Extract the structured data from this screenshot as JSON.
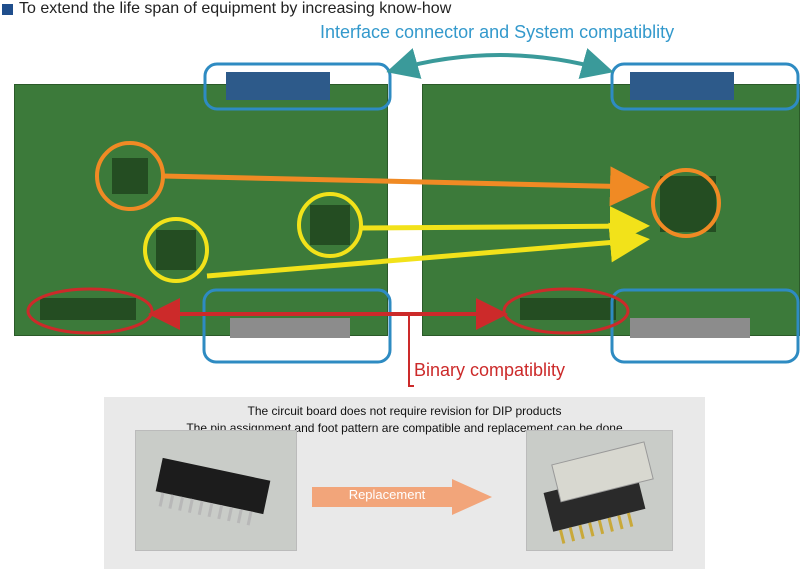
{
  "heading": "To extend the life span of equipment by increasing know-how",
  "interface_label": "Interface connector and System compatiblity",
  "binary_label": "Binary compatiblity",
  "panel": {
    "line1": "The circuit board does not require revision for DIP products",
    "line2": "The pin assignment and foot pattern are compatible and replacement can be done",
    "replacement_label": "Replacement"
  },
  "colors": {
    "heading_square": "#1f4e8c",
    "interface_blue": "#3399cc",
    "binary_red": "#cc2a2a",
    "orange": "#f08a24",
    "yellow": "#f2e21a",
    "board_green": "#3c7a3a"
  }
}
